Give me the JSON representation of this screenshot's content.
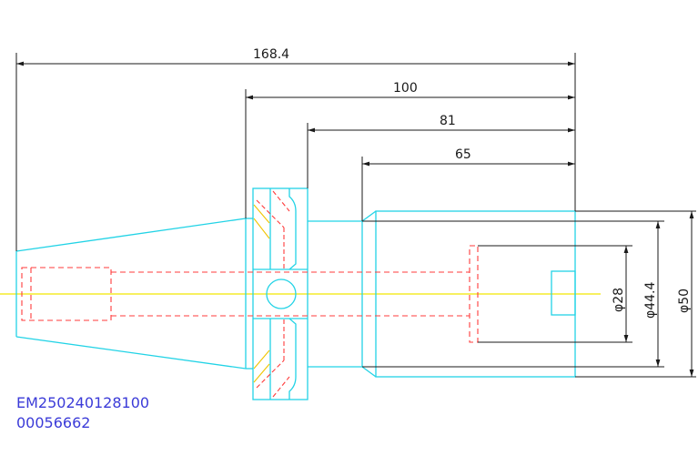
{
  "dimensions": {
    "overall_length": "168.4",
    "length_100": "100",
    "length_81": "81",
    "length_65": "65",
    "dia_28": "φ28",
    "dia_44_4": "φ44.4",
    "dia_50": "φ50"
  },
  "part_label": {
    "code": "EM250240128100",
    "number": "00056662"
  },
  "colors": {
    "outline": "#22d3e6",
    "hidden_lines": "#ff3b3b",
    "centerline": "#f2e600",
    "hatch": "#f0c400",
    "dimension": "#1a1a1a",
    "label": "#3b3bd8"
  }
}
